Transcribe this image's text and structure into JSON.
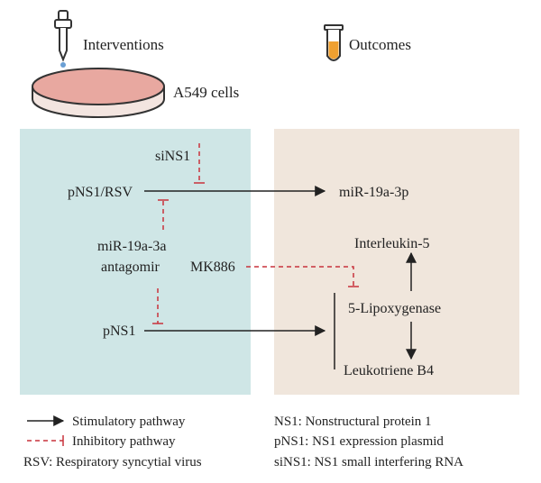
{
  "header": {
    "interventions_label": "Interventions",
    "outcomes_label": "Outcomes",
    "dish_label": "A549 cells"
  },
  "left_panel": {
    "sinS1": "siNS1",
    "pns1_rsv": "pNS1/RSV",
    "mir_antagomir_line1": "miR-19a-3a",
    "mir_antagomir_line2": "antagomir",
    "pns1": "pNS1"
  },
  "right_panel": {
    "mir19a": "miR-19a-3p",
    "interleukin5": "Interleukin-5",
    "mk886": "MK886",
    "lipoxygenase": "5-Lipoxygenase",
    "leukotriene": "Leukotriene B4"
  },
  "legend": {
    "stimulatory": "Stimulatory pathway",
    "inhibitory": "Inhibitory pathway",
    "rsv_def": "RSV: Respiratory syncytial virus",
    "ns1_def": "NS1: Nonstructural protein 1",
    "pns1_def": "pNS1: NS1 expression plasmid",
    "sins1_def": "siNS1: NS1 small interfering RNA"
  },
  "colors": {
    "left_panel_bg": "#cfe6e6",
    "right_panel_bg": "#f0e6dc",
    "inhibitory_red": "#c8323c",
    "arrow_black": "#222222",
    "dish_fill": "#e8a8a0",
    "tube_fill": "#f0a030"
  },
  "icons": {
    "interventions": "pipette-icon",
    "outcomes": "test-tube-icon",
    "dish": "petri-dish-icon"
  }
}
